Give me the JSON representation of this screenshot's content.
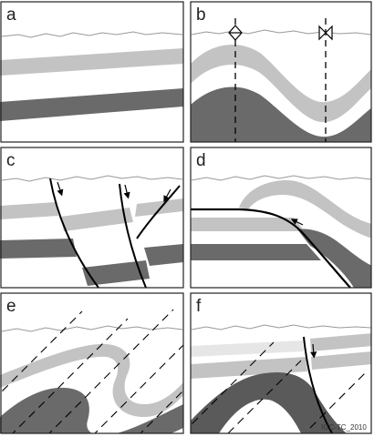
{
  "figure": {
    "panels": [
      {
        "label": "a"
      },
      {
        "label": "b"
      },
      {
        "label": "c"
      },
      {
        "label": "d"
      },
      {
        "label": "e"
      },
      {
        "label": "f"
      }
    ],
    "credit": "IGC-TC_2010"
  },
  "colors": {
    "light_layer": "#c3c3c3",
    "dark_layer": "#6a6a6a",
    "dark_layer_f": "#5a5a5a",
    "topography": "#999999",
    "frame": "#222222",
    "fault": "#000000",
    "cleavage": "#000000"
  }
}
